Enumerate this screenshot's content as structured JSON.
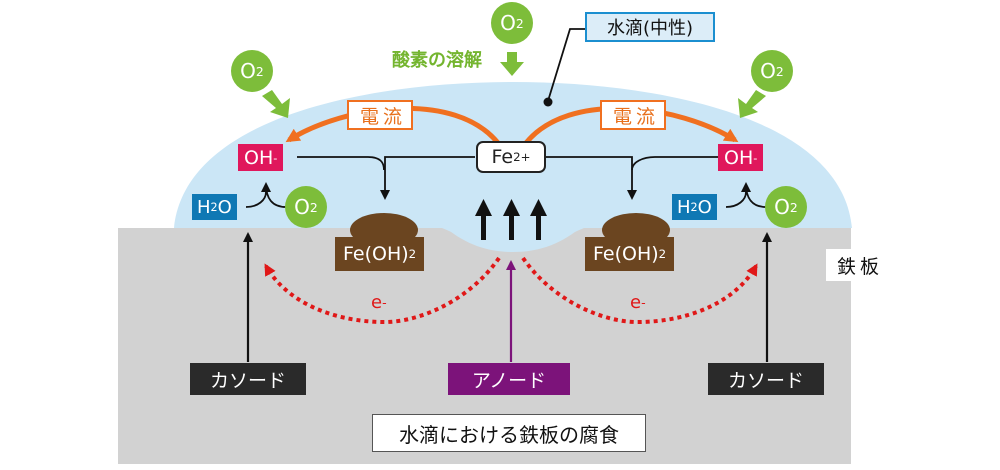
{
  "oxygen": {
    "label": "O",
    "sub": "2"
  },
  "water": {
    "label": "H",
    "sub": "2",
    "tail": "O"
  },
  "hydroxide": {
    "label": "OH",
    "sup": "-"
  },
  "iron_ion": {
    "label": "Fe",
    "sup": "2+"
  },
  "iron_hydroxide": {
    "label": "Fe(OH)",
    "sub": "2"
  },
  "dissolution_label": "酸素の溶解",
  "current_label": "電流",
  "electron": {
    "label": "e",
    "sup": "-"
  },
  "water_drop_label": "水滴(中性)",
  "steel_plate_label": "鉄板",
  "cathode_label": "カソード",
  "anode_label": "アノード",
  "title": "水滴における鉄板の腐食",
  "colors": {
    "steel": "#d2d2d2",
    "water": "#cbe6f6",
    "oxygen": "#7dbd3a",
    "hydroxide": "#e0175c",
    "water_badge": "#0f78b4",
    "iron_hydroxide": "#6b4520",
    "current": "#f07020",
    "electron": "#e01818",
    "anode": "#7c137a",
    "cathode": "#2a2a2a"
  }
}
